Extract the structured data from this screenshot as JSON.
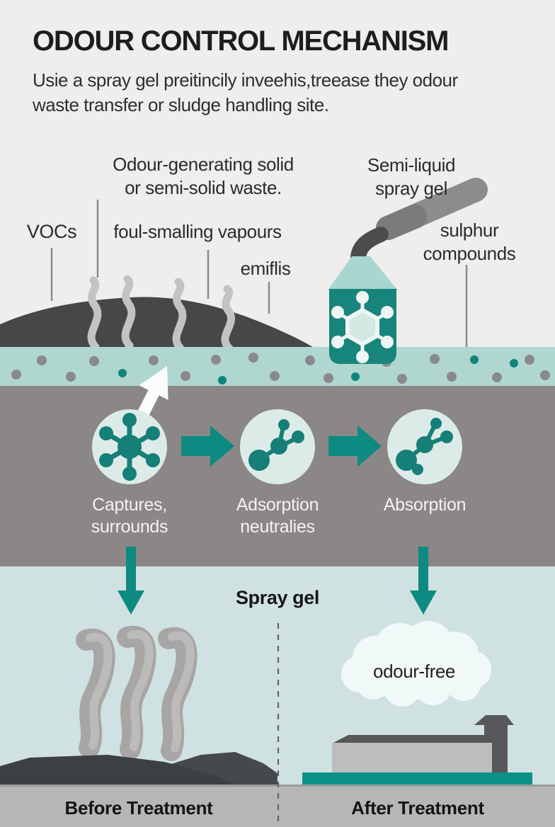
{
  "title": "ODOUR CONTROL MECHANISM",
  "subtitle": "Usie a spray gel preitincily inveehis,treease they odour\nwaste transfer or sludge handling site.",
  "labels": {
    "waste": "Odour-generating solid\nor semi-solid waste.",
    "spray": "Semi-liquid\nspray gel",
    "vocs": "VOCs",
    "vapours": "foul-smalling vapours",
    "emiflis": "emiflis",
    "sulphur": "sulphur\ncompounds"
  },
  "steps": [
    {
      "label": "Captures,\nsurrounds"
    },
    {
      "label": "Adsorption\nneutralies"
    },
    {
      "label": "Absorption"
    }
  ],
  "middle": {
    "spray_gel": "Spray gel"
  },
  "bottom": {
    "odour_free": "odour-free",
    "before": "Before Treatment",
    "after": "After Treatment"
  },
  "icons": [
    "spray-bottle-icon",
    "spray-wand-icon",
    "molecule-burst-icon",
    "molecule-chain-icon",
    "vapour-squiggle-icon",
    "capture-arrow-icon",
    "flow-arrow-icon",
    "down-arrow-icon",
    "smoke-icon",
    "odour-free-cloud-icon",
    "facility-building-icon"
  ],
  "colors": {
    "top_bg": "#efeeec",
    "gel_band": "#b0d6d0",
    "mid_band": "#8a8786",
    "bottom_bg": "#cfe2e1",
    "footer_bg": "#b6b6b6",
    "mound": "#474747",
    "teal_arrow": "#0d8a81",
    "molecule_teal": "#157f78",
    "bottle_teal": "#17857c",
    "platform_teal": "#0c9187",
    "step_circle": "#dcebe8"
  }
}
